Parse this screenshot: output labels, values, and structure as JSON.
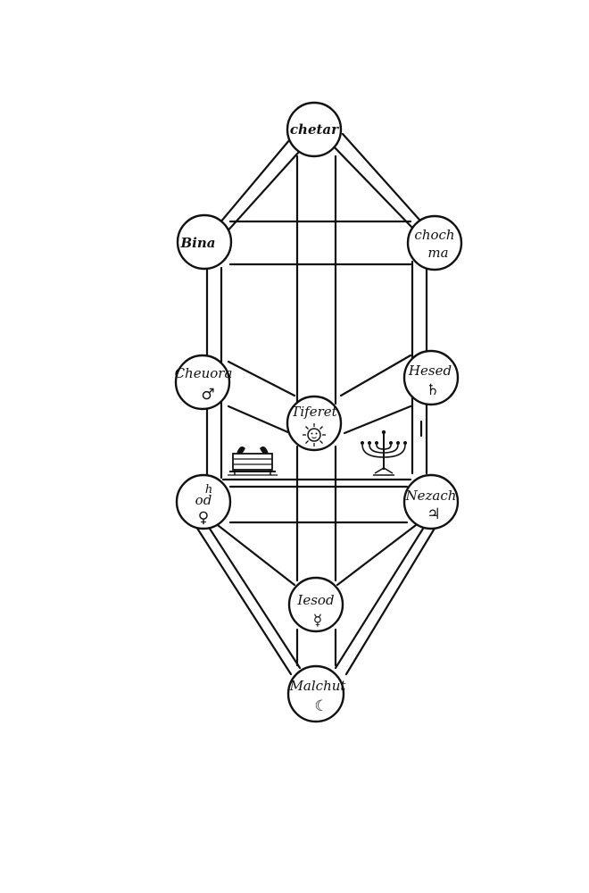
{
  "nodes": {
    "chetar": {
      "label": "chetar"
    },
    "bina": {
      "label": "Bina"
    },
    "chochma": {
      "label_line1": "choch",
      "label_line2": "ma"
    },
    "cheuora": {
      "label": "Cheuora",
      "symbol": "♂"
    },
    "hesed": {
      "label": "Hesed",
      "symbol": "♄"
    },
    "tiferet": {
      "label": "Tiferet",
      "emblem": "sun-face"
    },
    "hod": {
      "label_line1": "h",
      "label_line2": "od",
      "symbol": "♀"
    },
    "nezach": {
      "label": "Nezach",
      "symbol": "♃"
    },
    "iesod": {
      "label": "Iesod",
      "symbol": "☿"
    },
    "malchut": {
      "label": "Malchut",
      "symbol": "☾"
    }
  },
  "emblems": {
    "left": "ark-of-covenant",
    "right": "menorah"
  }
}
